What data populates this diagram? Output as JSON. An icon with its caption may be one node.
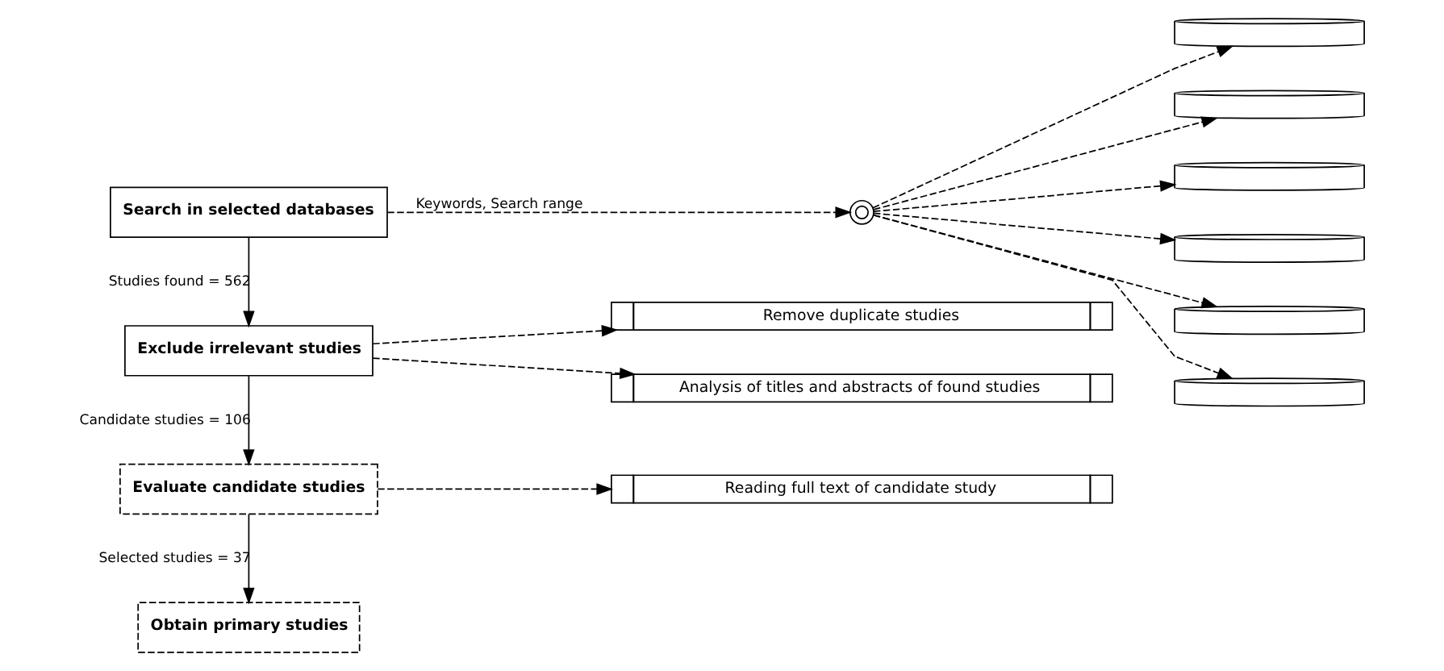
{
  "diagram": {
    "nodes": [
      {
        "text": [
          "Search in selected databases"
        ]
      },
      {
        "text": [],
        "shape": "circle"
      },
      {
        "text": [],
        "shape": "cylinder"
      },
      {
        "text": [],
        "shape": "cylinder"
      },
      {
        "text": [],
        "shape": "cylinder"
      },
      {
        "text": [],
        "shape": "cylinder"
      },
      {
        "text": [],
        "shape": "cylinder"
      },
      {
        "text": [],
        "shape": "cylinder"
      },
      {
        "text": [
          "Exclude irrelevant studies"
        ]
      },
      {
        "text": [
          "Evaluate candidate studies"
        ]
      },
      {
        "text": [
          "Obtain primary studies"
        ]
      },
      {
        "text": [
          "Remove duplicate studies"
        ]
      },
      {
        "text": [
          "Analysis of titles and abstracts of found studies"
        ]
      },
      {
        "text": [
          "Reading full text of candidate study"
        ]
      }
    ],
    "edges": [
      {
        "from": 0,
        "to": 1,
        "arrow": "to",
        "label": "Keywords, Search range",
        "style": "dashed"
      },
      {
        "from": 1,
        "to": 2,
        "arrow": "to",
        "style": "dashed"
      },
      {
        "from": 1,
        "to": 3,
        "arrow": "to",
        "style": "dashed"
      },
      {
        "from": 1,
        "to": 4,
        "arrow": "to",
        "style": "dashed"
      },
      {
        "from": 1,
        "to": 5,
        "arrow": "to",
        "style": "dashed"
      },
      {
        "from": 1,
        "to": 6,
        "arrow": "to",
        "style": "dashed"
      },
      {
        "from": 1,
        "to": 7,
        "arrow": "to",
        "style": "dashed"
      },
      {
        "from": 0,
        "to": 8,
        "arrow": "to",
        "label": "Studies found = 562"
      },
      {
        "from": 8,
        "to": 11,
        "arrow": "to",
        "style": "dashed"
      },
      {
        "from": 8,
        "to": 12,
        "arrow": "to",
        "style": "dashed"
      },
      {
        "from": 8,
        "to": 9,
        "arrow": "to",
        "label": "Candidate studies = 106"
      },
      {
        "from": 9,
        "to": 13,
        "arrow": "to",
        "style": "dashed"
      },
      {
        "from": 9,
        "to": 10,
        "arrow": "to",
        "label": "Selected studies = 37"
      }
    ]
  }
}
